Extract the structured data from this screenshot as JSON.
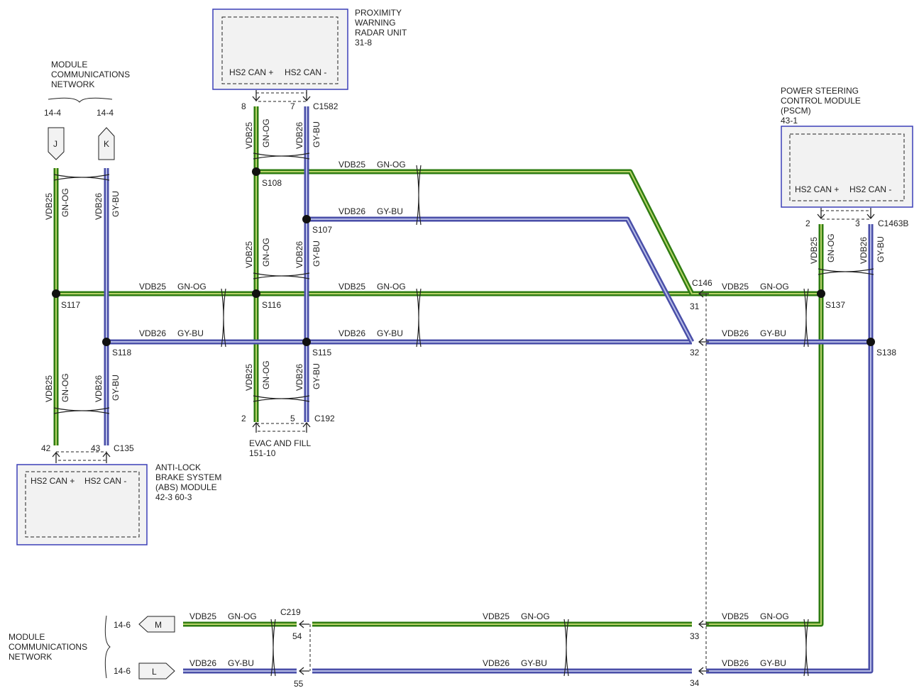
{
  "colors": {
    "green_wire": "#2f7d12",
    "green_edge": "#b9d36a",
    "blue_wire": "#4a4fa8",
    "blue_edge": "#b7bde6",
    "module_border": "#3b3fb8",
    "module_fill": "#f2f2f2"
  },
  "modules": {
    "prw": {
      "name_lines": [
        "PROXIMITY",
        "WARNING",
        "RADAR UNIT",
        "31-8"
      ],
      "pin_plus": "HS2 CAN +",
      "pin_minus": "HS2 CAN -"
    },
    "pscm": {
      "name_lines": [
        "POWER STEERING",
        "CONTROL MODULE",
        "(PSCM)",
        "43-1"
      ],
      "pin_plus": "HS2 CAN +",
      "pin_minus": "HS2 CAN -"
    },
    "abs": {
      "name_lines": [
        "ANTI-LOCK",
        "BRAKE SYSTEM",
        "(ABS) MODULE",
        "42-3   60-3"
      ],
      "pin_plus": "HS2 CAN +",
      "pin_minus": "HS2 CAN -"
    },
    "evac": {
      "name_lines": [
        "EVAC AND FILL",
        "151-10"
      ]
    }
  },
  "network_top": {
    "lines": [
      "MODULE",
      "COMMUNICATIONS",
      "NETWORK"
    ],
    "ref_left": "14-4",
    "ref_right": "14-4",
    "tag_left": "J",
    "tag_right": "K"
  },
  "network_bottom": {
    "lines": [
      "MODULE",
      "COMMUNICATIONS",
      "NETWORK"
    ],
    "ref_top": "14-6",
    "ref_bottom": "14-6",
    "tag_top": "M",
    "tag_bottom": "L"
  },
  "wires": {
    "green_circuit": "VDB25",
    "green_color": "GN-OG",
    "blue_circuit": "VDB26",
    "blue_color": "GY-BU"
  },
  "connectors": {
    "c1582": {
      "name": "C1582",
      "pin_a": "8",
      "pin_b": "7"
    },
    "c1463b": {
      "name": "C1463B",
      "pin_a": "2",
      "pin_b": "3"
    },
    "c146": {
      "name": "C146",
      "pin_a": "31",
      "pin_b": "32",
      "pin_c": "33",
      "pin_d": "34"
    },
    "c135": {
      "name": "C135",
      "pin_a": "42",
      "pin_b": "43"
    },
    "c192": {
      "name": "C192",
      "pin_a": "2",
      "pin_b": "5"
    },
    "c219": {
      "name": "C219",
      "pin_a": "54",
      "pin_b": "55"
    }
  },
  "splices": {
    "s108": "S108",
    "s107": "S107",
    "s117": "S117",
    "s116": "S116",
    "s118": "S118",
    "s115": "S115",
    "s137": "S137",
    "s138": "S138"
  }
}
